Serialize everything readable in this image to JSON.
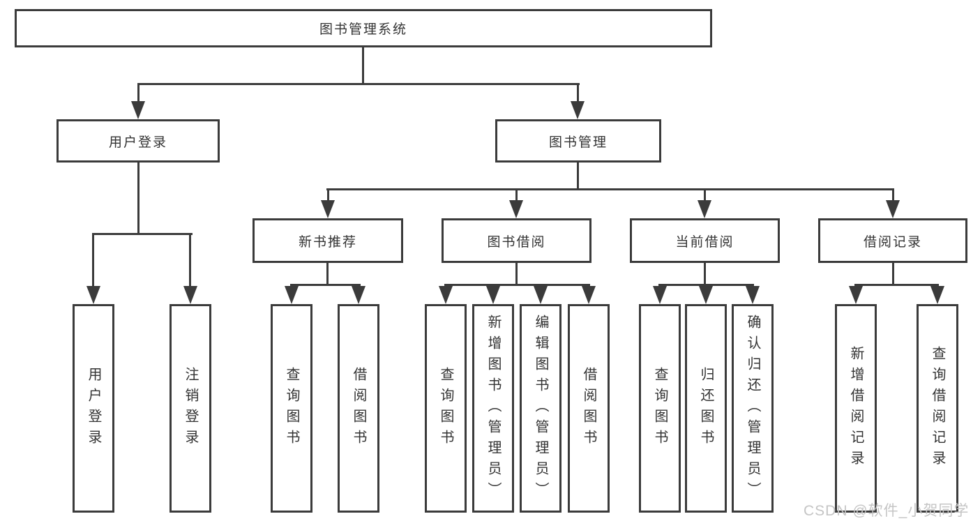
{
  "watermark": "CSDN @软件_小贺同学",
  "colors": {
    "line": "#3b3b3b",
    "text": "#333333",
    "box_bg": "#ffffff",
    "watermark": "#c5c5c5"
  },
  "tree": {
    "root": {
      "label": "图书管理系统"
    },
    "branches": [
      {
        "label": "用户登录",
        "children": [
          {
            "label": "用户登录"
          },
          {
            "label": "注销登录"
          }
        ]
      },
      {
        "label": "图书管理",
        "children": [
          {
            "label": "新书推荐",
            "children": [
              {
                "label": "查询图书"
              },
              {
                "label": "借阅图书"
              }
            ]
          },
          {
            "label": "图书借阅",
            "children": [
              {
                "label": "查询图书"
              },
              {
                "label": "新增图书（管理员）"
              },
              {
                "label": "编辑图书（管理员）"
              },
              {
                "label": "借阅图书"
              }
            ]
          },
          {
            "label": "当前借阅",
            "children": [
              {
                "label": "查询图书"
              },
              {
                "label": "归还图书"
              },
              {
                "label": "确认归还（管理员）"
              }
            ]
          },
          {
            "label": "借阅记录",
            "children": [
              {
                "label": "新增借阅记录"
              },
              {
                "label": "查询借阅记录"
              }
            ]
          }
        ]
      }
    ]
  }
}
